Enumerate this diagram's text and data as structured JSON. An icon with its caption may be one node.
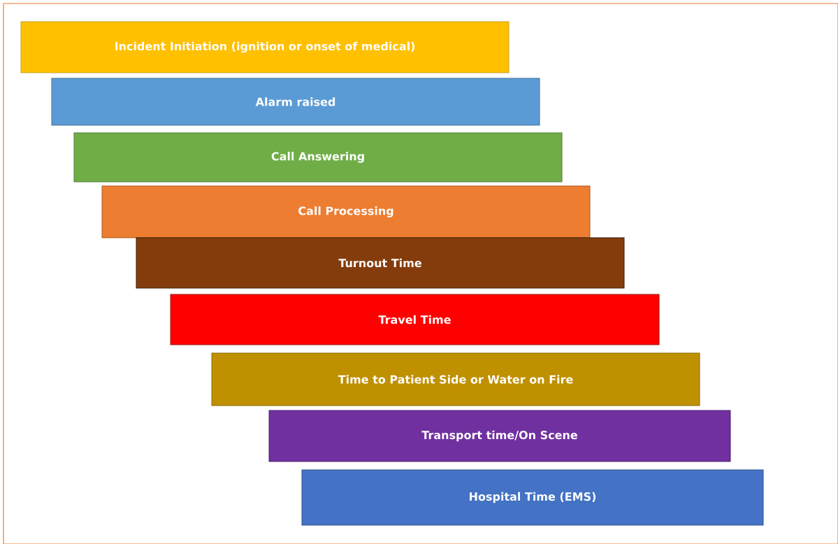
{
  "diagram": {
    "nodes": [
      {
        "text": [
          "Incident Initiation (ignition or onset of medical)"
        ]
      },
      {
        "text": [
          "Alarm raised"
        ]
      },
      {
        "text": [
          "Call Answering"
        ]
      },
      {
        "text": [
          "Call Processing"
        ]
      },
      {
        "text": [
          "Turnout Time"
        ]
      },
      {
        "text": [
          "Travel Time"
        ]
      },
      {
        "text": [
          "Time to Patient Side or Water on Fire"
        ]
      },
      {
        "text": [
          "Transport time/On Scene"
        ]
      },
      {
        "text": [
          "Hospital Time (EMS)"
        ]
      }
    ]
  }
}
